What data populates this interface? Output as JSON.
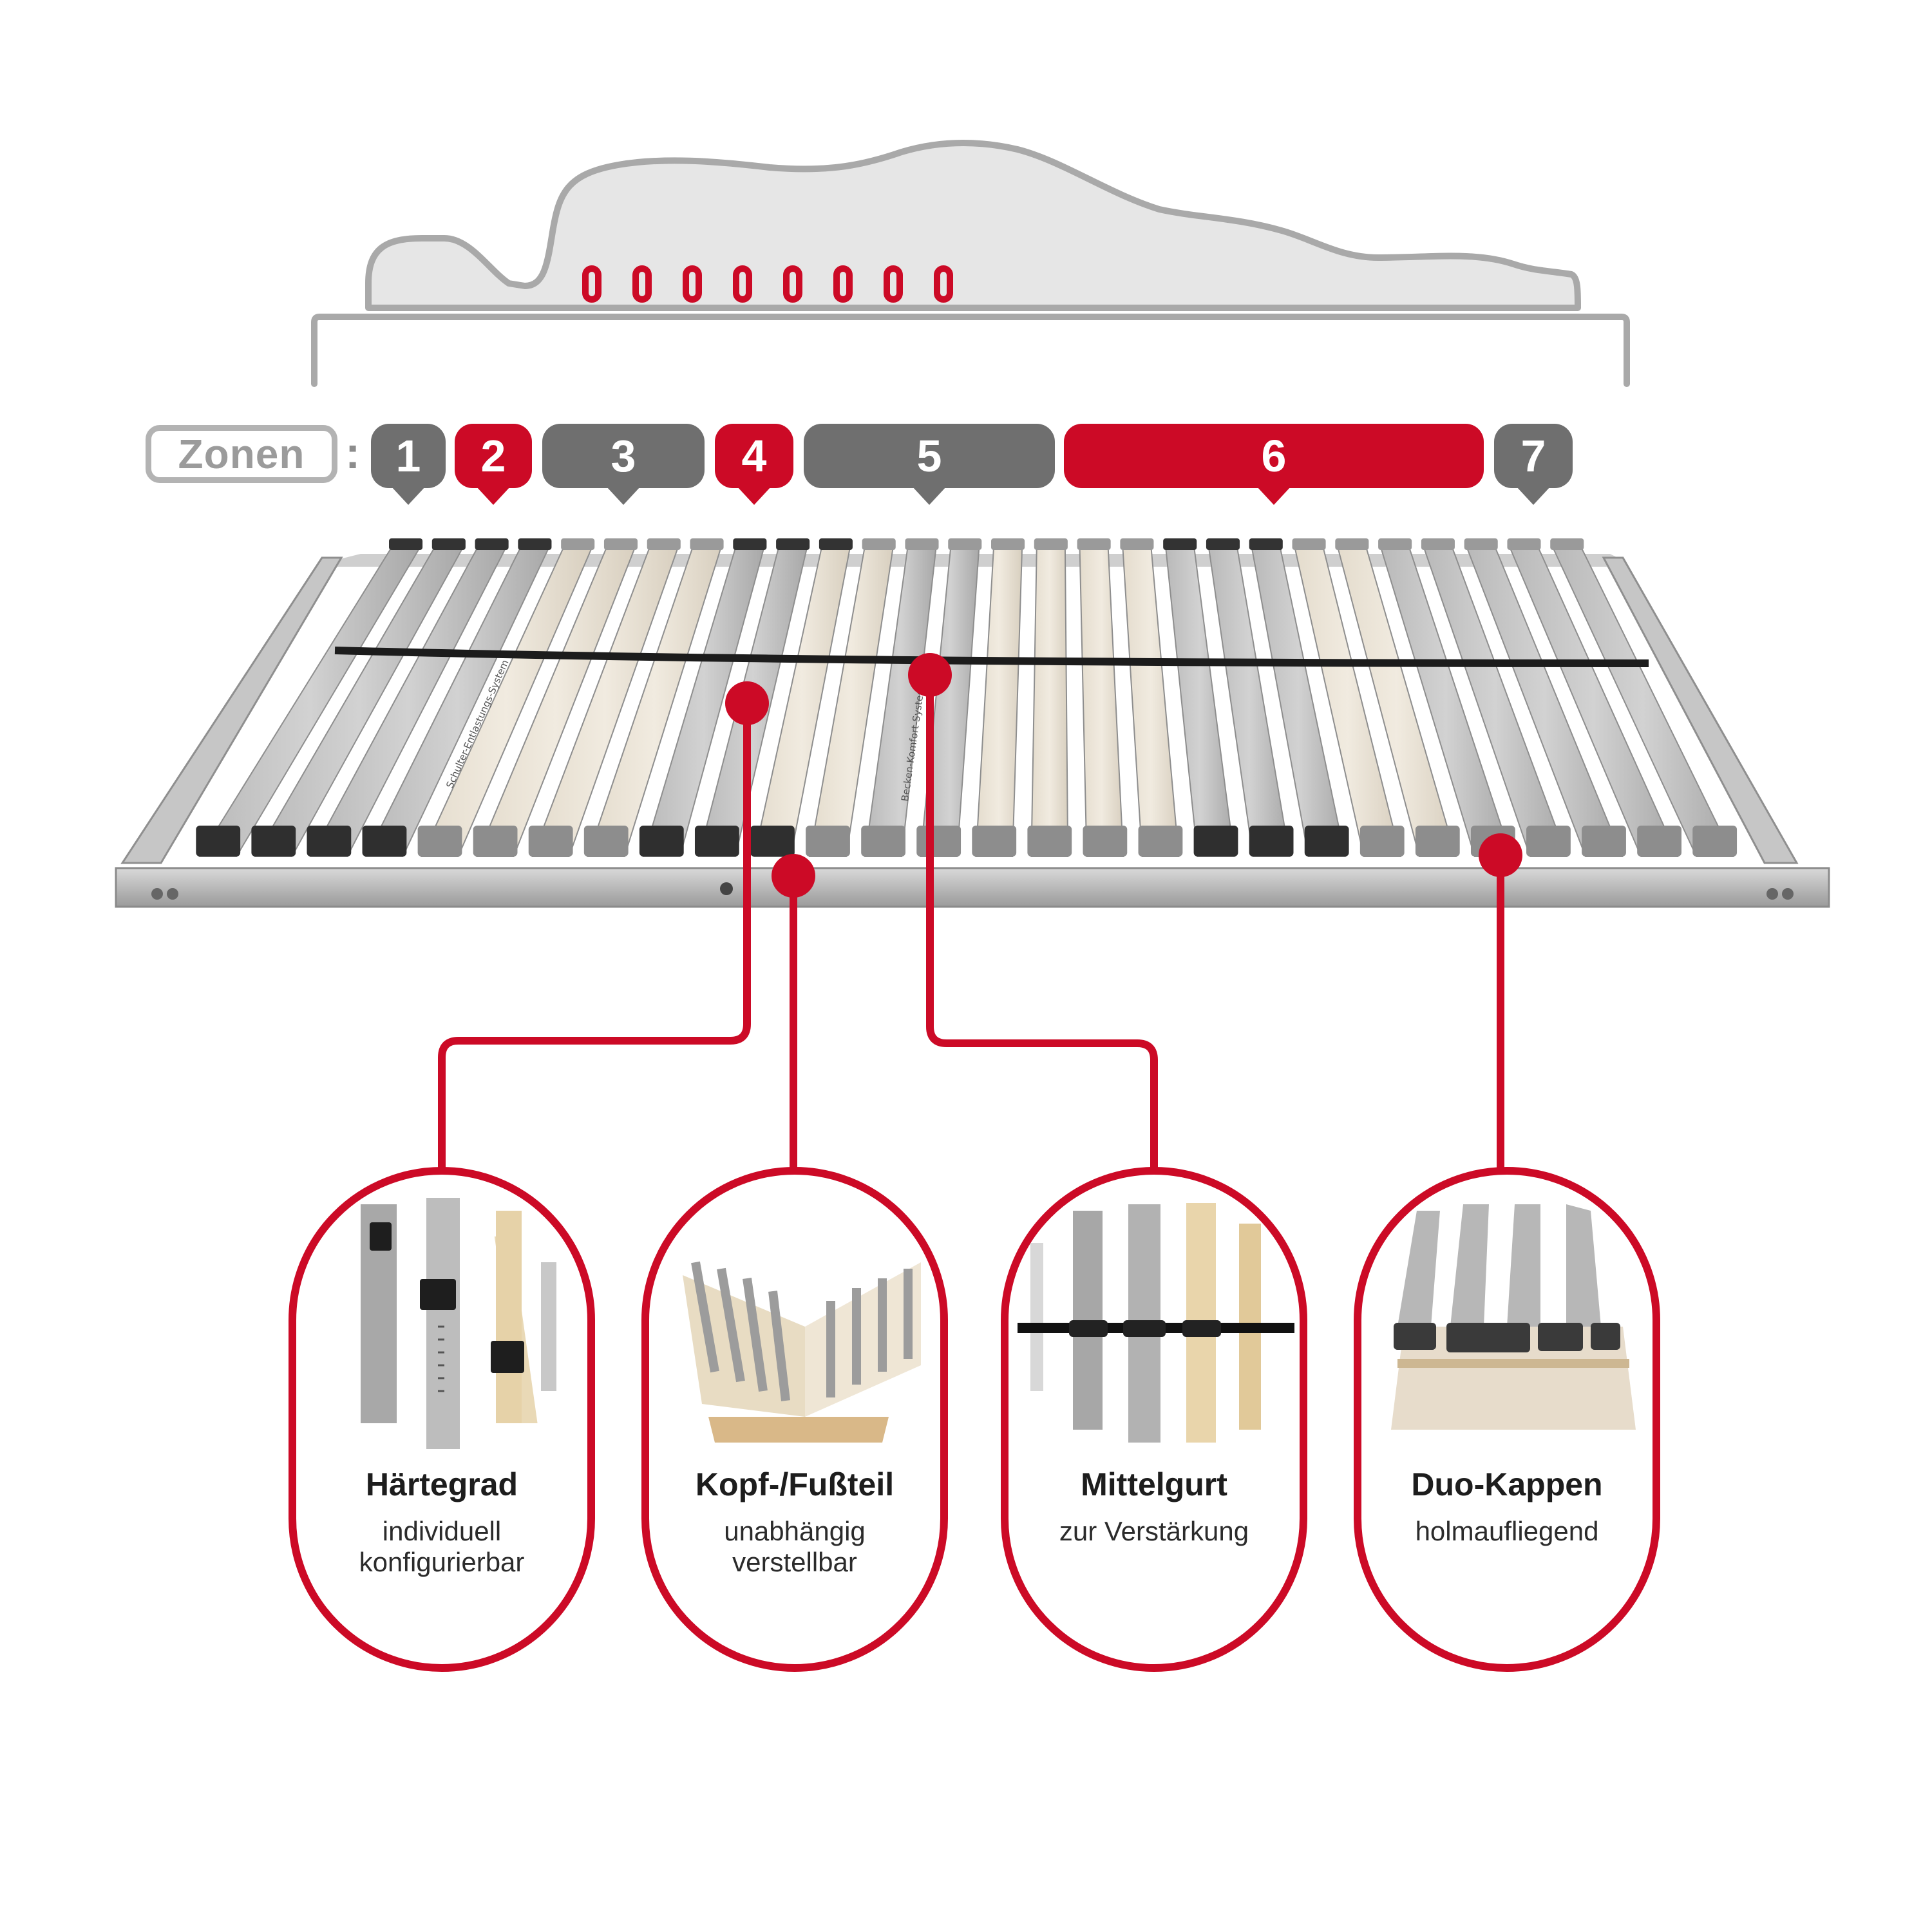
{
  "colors": {
    "accent": "#cc0a26",
    "zone_grey": "#6f6f6f",
    "outline_grey": "#a9a9a9"
  },
  "zones": {
    "label": "Zonen",
    "separator": ":",
    "items": [
      {
        "label": "1",
        "color": "grey"
      },
      {
        "label": "2",
        "color": "red"
      },
      {
        "label": "3",
        "color": "grey"
      },
      {
        "label": "4",
        "color": "red"
      },
      {
        "label": "5",
        "color": "grey"
      },
      {
        "label": "6",
        "color": "red"
      },
      {
        "label": "7",
        "color": "grey"
      }
    ]
  },
  "slat_labels": {
    "left": "Schulter-Entlastungs-System",
    "right": "Becken-Komfort-System"
  },
  "features": [
    {
      "title": "Härtegrad",
      "subtitle": "individuell\nkonfigurierbar"
    },
    {
      "title": "Kopf-/Fußteil",
      "subtitle": "unabhängig\nverstellbar"
    },
    {
      "title": "Mittelgurt",
      "subtitle": "zur Verstärkung"
    },
    {
      "title": "Duo-Kappen",
      "subtitle": "holmaufliegend"
    }
  ]
}
